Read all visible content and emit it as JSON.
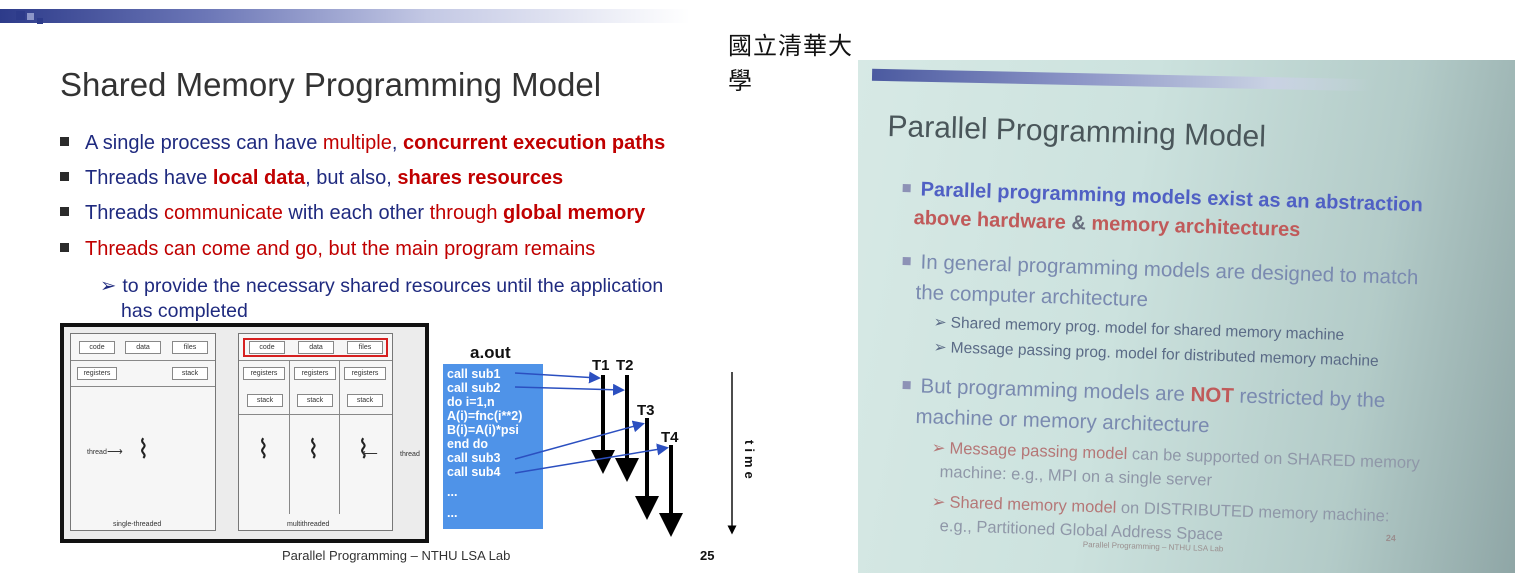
{
  "left_slide": {
    "university": "國立清華大學",
    "title": "Shared Memory Programming Model",
    "bullet1": {
      "a": "A single process can have ",
      "b": "multiple",
      "c": ", ",
      "d": "concurrent execution paths"
    },
    "bullet2": {
      "a": "Threads have ",
      "b": "local data",
      "c": ", but also, ",
      "d": "shares resources"
    },
    "bullet3": {
      "a": "Threads ",
      "b": "communicate",
      "c": " with each other ",
      "d": "through ",
      "e": "global memory"
    },
    "bullet4": "Threads can come and go, but the main program remains",
    "sub_bullet": {
      "line1": "to provide the necessary shared resources until the application",
      "line2": "has completed"
    },
    "diagram": {
      "code": "code",
      "data": "data",
      "files": "files",
      "registers": "registers",
      "stack": "stack",
      "thread": "thread",
      "single_label": "single-threaded",
      "multi_label": "multithreaded"
    },
    "aout": {
      "title": "a.out",
      "lines": [
        "call sub1",
        "call sub2",
        "do  i=1,n",
        "A(i)=fnc(i**2)",
        "B(i)=A(i)*psi",
        "end do",
        "call sub3",
        "call sub4",
        "...",
        "..."
      ],
      "threads": [
        "T1",
        "T2",
        "T3",
        "T4"
      ],
      "time": "time"
    },
    "footer": "Parallel Programming – NTHU LSA Lab",
    "page": "25"
  },
  "right_slide": {
    "title": "Parallel Programming Model",
    "b1a": "Parallel programming models exist as an abstraction",
    "b1b": {
      "a": "above hardware ",
      "b": "& ",
      "c": "memory architectures"
    },
    "b2a": "In general programming models are designed to match",
    "b2b": "the computer architecture",
    "s1": "Shared memory prog. model for shared memory machine",
    "s2": "Message passing prog. model for distributed memory machine",
    "b3a": {
      "a": "But programming models are ",
      "b": "NOT",
      "c": " restricted by the"
    },
    "b3b": "machine or memory architecture",
    "s3a": {
      "a": "Message passing model ",
      "b": "can be supported on SHARED memory"
    },
    "s3b": "machine: e.g., MPI on a single server",
    "s4a": {
      "a": "Shared memory model ",
      "b": "on DISTRIBUTED memory machine:"
    },
    "s4b": "e.g., Partitioned Global Address Space",
    "footer": "Parallel Programming – NTHU LSA Lab",
    "page": "24"
  }
}
